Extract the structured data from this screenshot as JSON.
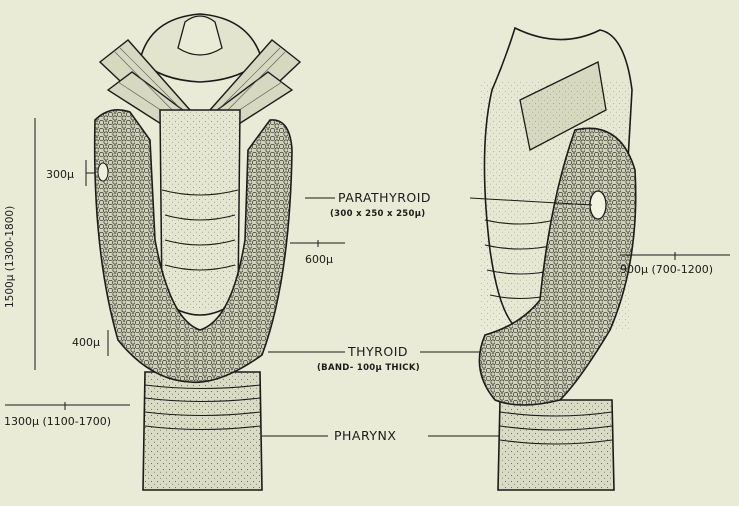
{
  "labels": {
    "parathyroid": "PARATHYROID",
    "parathyroid_size": "(300 x 250 x 250μ)",
    "thyroid": "THYROID",
    "thyroid_note": "(BAND- 100μ THICK)",
    "pharynx": "PHARYNX"
  },
  "measurements": {
    "m300": "300μ",
    "m600": "600μ",
    "m400": "400μ",
    "vertical": "1500μ (1300-1800)",
    "width_left": "1300μ (1100-1700)",
    "width_right": "900μ (700-1200)"
  },
  "colors": {
    "background": "#e9ebd6",
    "ink": "#1b1b1b",
    "tissue": "#d9dbc3"
  }
}
